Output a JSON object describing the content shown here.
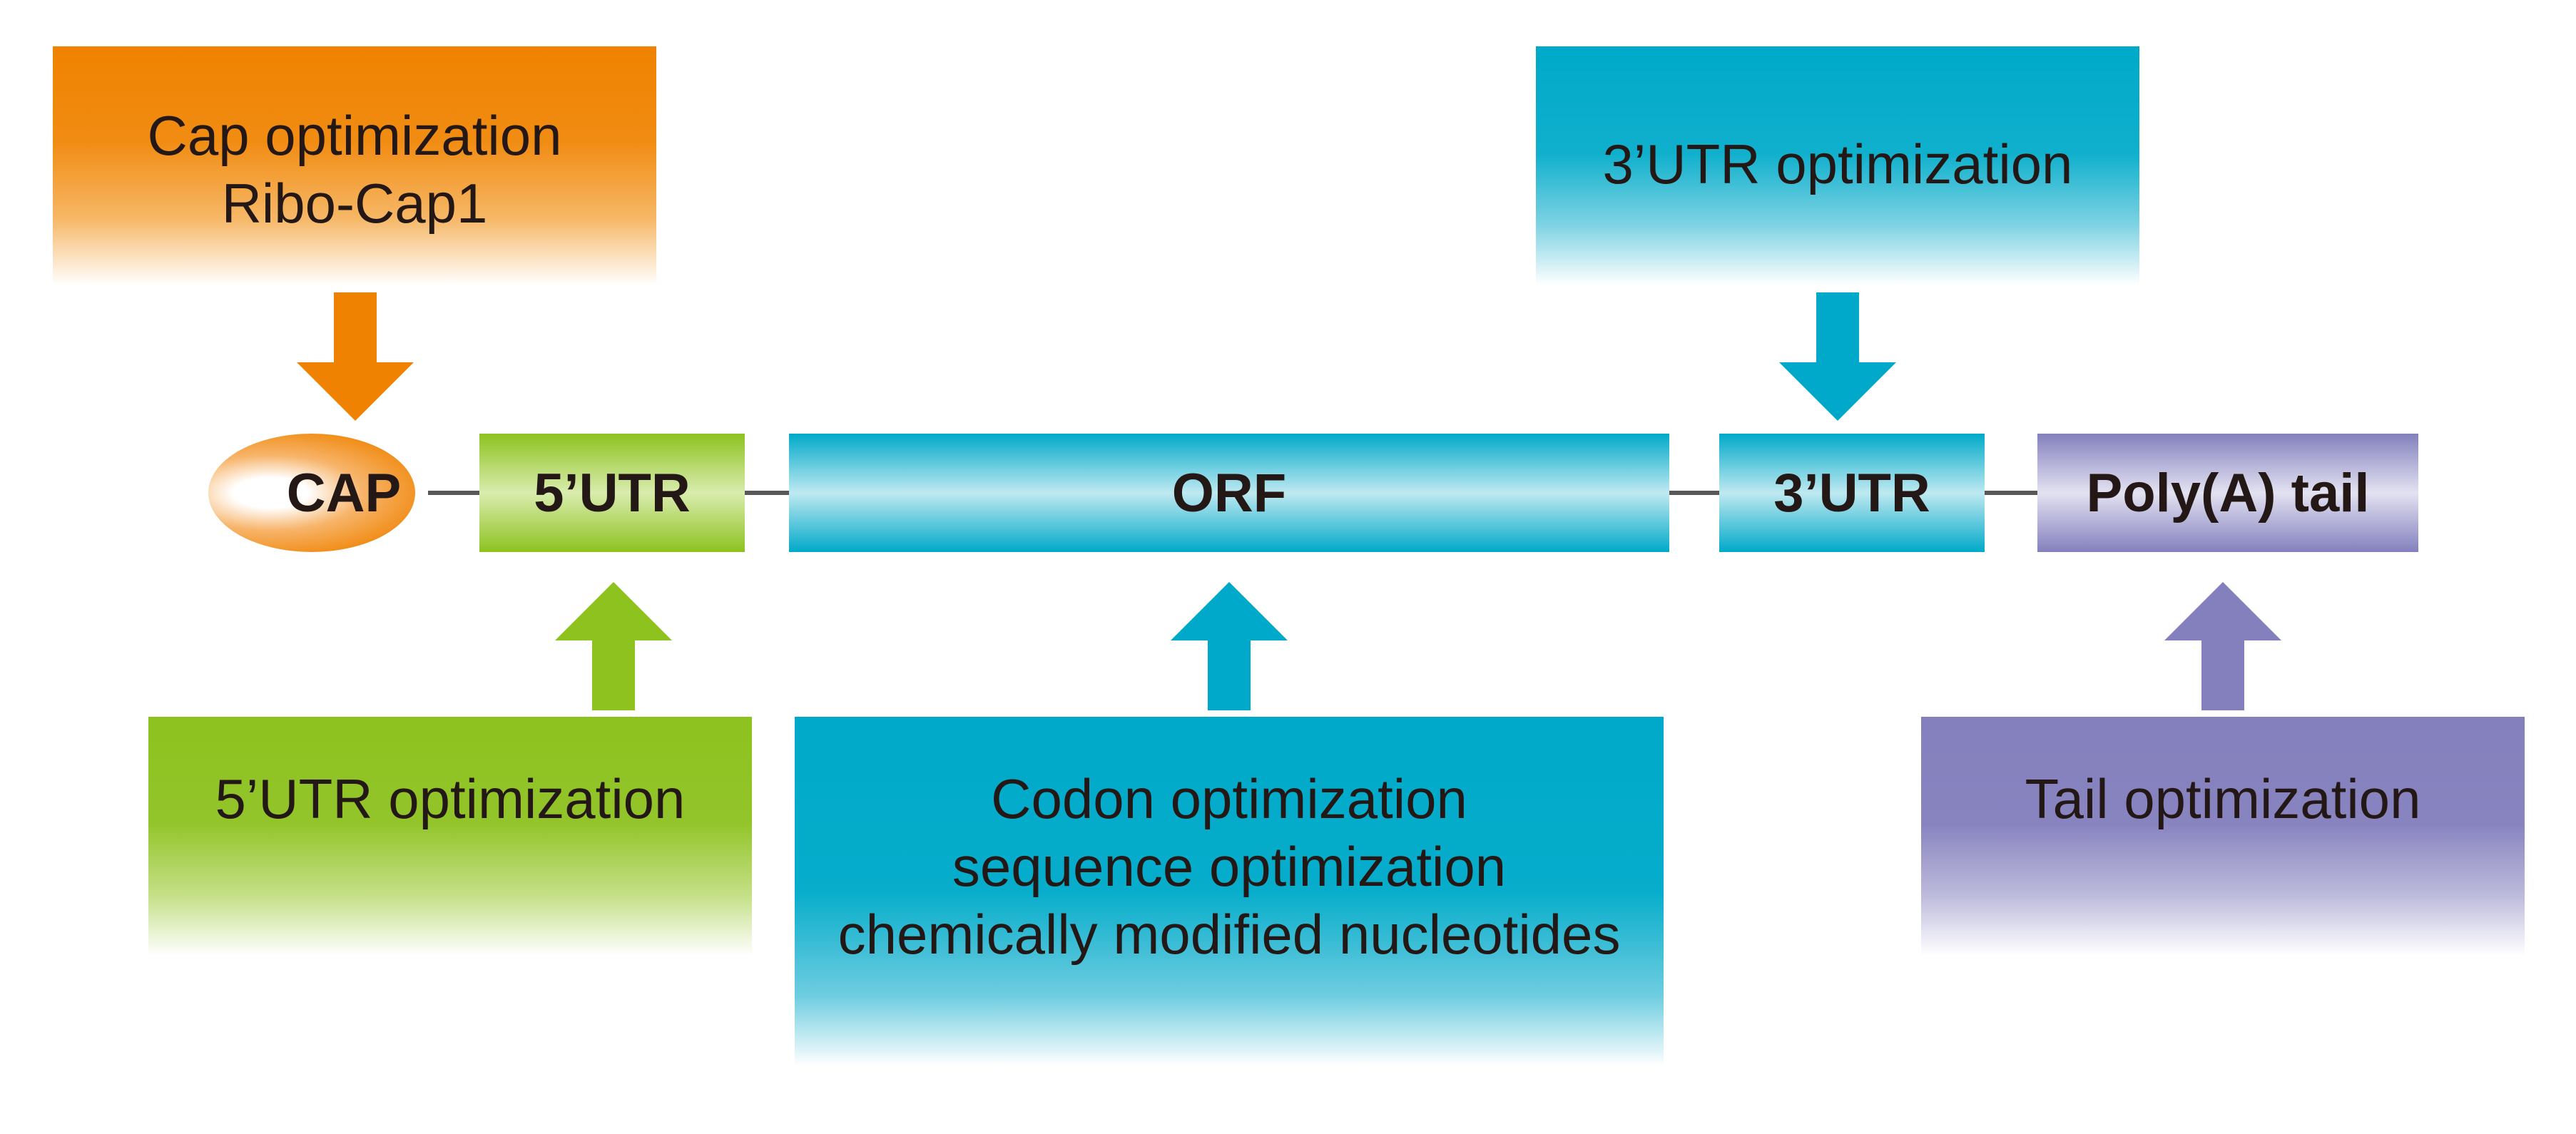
{
  "optimizations": {
    "cap": {
      "lines": [
        "Cap optimization",
        "Ribo-Cap1"
      ],
      "color": "#ef8200"
    },
    "utr3": {
      "lines": [
        "3’UTR optimization"
      ],
      "color": "#00a9c9"
    },
    "utr5": {
      "lines": [
        "5’UTR optimization"
      ],
      "color": "#8dc21f"
    },
    "orf": {
      "lines": [
        "Codon optimization",
        "sequence optimization",
        "chemically modified nucleotides"
      ],
      "color": "#00a9c9"
    },
    "tail": {
      "lines": [
        "Tail optimization"
      ],
      "color": "#8380bd"
    }
  },
  "mrna_segments": {
    "cap": "CAP",
    "utr5": "5’UTR",
    "orf": "ORF",
    "utr3": "3’UTR",
    "tail": "Poly(A) tail"
  },
  "colors": {
    "orange": "#ef8200",
    "green": "#8dc21f",
    "cyan": "#00a9c9",
    "purple": "#8380bd",
    "connector": "#595757",
    "text": "#231815"
  }
}
